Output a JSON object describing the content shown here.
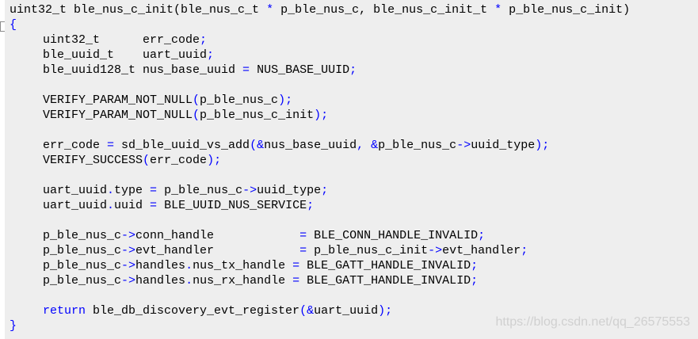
{
  "colors": {
    "code_background": "#eeeeee",
    "gutter_background": "#ffffff",
    "text": "#000000",
    "operator": "#0000ff",
    "keyword": "#0000ff",
    "watermark": "#d0d0d0"
  },
  "editor": {
    "lines": [
      {
        "indent": false,
        "tokens": [
          {
            "text": "uint32_t ble_nus_c_init(ble_nus_c_t ",
            "kind": "plain"
          },
          {
            "text": "*",
            "kind": "op"
          },
          {
            "text": " p_ble_nus_c, ble_nus_c_init_t ",
            "kind": "plain"
          },
          {
            "text": "*",
            "kind": "op"
          },
          {
            "text": " p_ble_nus_c_init)",
            "kind": "plain"
          }
        ]
      },
      {
        "indent": false,
        "tokens": [
          {
            "text": "{",
            "kind": "op"
          }
        ]
      },
      {
        "indent": true,
        "tokens": [
          {
            "text": "uint32_t      err_code",
            "kind": "plain"
          },
          {
            "text": ";",
            "kind": "op"
          }
        ]
      },
      {
        "indent": true,
        "tokens": [
          {
            "text": "ble_uuid_t    uart_uuid",
            "kind": "plain"
          },
          {
            "text": ";",
            "kind": "op"
          }
        ]
      },
      {
        "indent": true,
        "tokens": [
          {
            "text": "ble_uuid128_t nus_base_uuid ",
            "kind": "plain"
          },
          {
            "text": "=",
            "kind": "op"
          },
          {
            "text": " NUS_BASE_UUID",
            "kind": "plain"
          },
          {
            "text": ";",
            "kind": "op"
          }
        ]
      },
      {
        "indent": false,
        "tokens": []
      },
      {
        "indent": true,
        "tokens": [
          {
            "text": "VERIFY_PARAM_NOT_NULL",
            "kind": "plain"
          },
          {
            "text": "(",
            "kind": "op"
          },
          {
            "text": "p_ble_nus_c",
            "kind": "plain"
          },
          {
            "text": ");",
            "kind": "op"
          }
        ]
      },
      {
        "indent": true,
        "tokens": [
          {
            "text": "VERIFY_PARAM_NOT_NULL",
            "kind": "plain"
          },
          {
            "text": "(",
            "kind": "op"
          },
          {
            "text": "p_ble_nus_c_init",
            "kind": "plain"
          },
          {
            "text": ");",
            "kind": "op"
          }
        ]
      },
      {
        "indent": false,
        "tokens": []
      },
      {
        "indent": true,
        "tokens": [
          {
            "text": "err_code ",
            "kind": "plain"
          },
          {
            "text": "=",
            "kind": "op"
          },
          {
            "text": " sd_ble_uuid_vs_add",
            "kind": "plain"
          },
          {
            "text": "(&",
            "kind": "op"
          },
          {
            "text": "nus_base_uuid",
            "kind": "plain"
          },
          {
            "text": ",",
            "kind": "op"
          },
          {
            "text": " ",
            "kind": "plain"
          },
          {
            "text": "&",
            "kind": "op"
          },
          {
            "text": "p_ble_nus_c",
            "kind": "plain"
          },
          {
            "text": "->",
            "kind": "op"
          },
          {
            "text": "uuid_type",
            "kind": "plain"
          },
          {
            "text": ");",
            "kind": "op"
          }
        ]
      },
      {
        "indent": true,
        "tokens": [
          {
            "text": "VERIFY_SUCCESS",
            "kind": "plain"
          },
          {
            "text": "(",
            "kind": "op"
          },
          {
            "text": "err_code",
            "kind": "plain"
          },
          {
            "text": ");",
            "kind": "op"
          }
        ]
      },
      {
        "indent": false,
        "tokens": []
      },
      {
        "indent": true,
        "tokens": [
          {
            "text": "uart_uuid",
            "kind": "plain"
          },
          {
            "text": ".",
            "kind": "op"
          },
          {
            "text": "type ",
            "kind": "plain"
          },
          {
            "text": "=",
            "kind": "op"
          },
          {
            "text": " p_ble_nus_c",
            "kind": "plain"
          },
          {
            "text": "->",
            "kind": "op"
          },
          {
            "text": "uuid_type",
            "kind": "plain"
          },
          {
            "text": ";",
            "kind": "op"
          }
        ]
      },
      {
        "indent": true,
        "tokens": [
          {
            "text": "uart_uuid",
            "kind": "plain"
          },
          {
            "text": ".",
            "kind": "op"
          },
          {
            "text": "uuid ",
            "kind": "plain"
          },
          {
            "text": "=",
            "kind": "op"
          },
          {
            "text": " BLE_UUID_NUS_SERVICE",
            "kind": "plain"
          },
          {
            "text": ";",
            "kind": "op"
          }
        ]
      },
      {
        "indent": false,
        "tokens": []
      },
      {
        "indent": true,
        "tokens": [
          {
            "text": "p_ble_nus_c",
            "kind": "plain"
          },
          {
            "text": "->",
            "kind": "op"
          },
          {
            "text": "conn_handle            ",
            "kind": "plain"
          },
          {
            "text": "=",
            "kind": "op"
          },
          {
            "text": " BLE_CONN_HANDLE_INVALID",
            "kind": "plain"
          },
          {
            "text": ";",
            "kind": "op"
          }
        ]
      },
      {
        "indent": true,
        "tokens": [
          {
            "text": "p_ble_nus_c",
            "kind": "plain"
          },
          {
            "text": "->",
            "kind": "op"
          },
          {
            "text": "evt_handler            ",
            "kind": "plain"
          },
          {
            "text": "=",
            "kind": "op"
          },
          {
            "text": " p_ble_nus_c_init",
            "kind": "plain"
          },
          {
            "text": "->",
            "kind": "op"
          },
          {
            "text": "evt_handler",
            "kind": "plain"
          },
          {
            "text": ";",
            "kind": "op"
          }
        ]
      },
      {
        "indent": true,
        "tokens": [
          {
            "text": "p_ble_nus_c",
            "kind": "plain"
          },
          {
            "text": "->",
            "kind": "op"
          },
          {
            "text": "handles",
            "kind": "plain"
          },
          {
            "text": ".",
            "kind": "op"
          },
          {
            "text": "nus_tx_handle ",
            "kind": "plain"
          },
          {
            "text": "=",
            "kind": "op"
          },
          {
            "text": " BLE_GATT_HANDLE_INVALID",
            "kind": "plain"
          },
          {
            "text": ";",
            "kind": "op"
          }
        ]
      },
      {
        "indent": true,
        "tokens": [
          {
            "text": "p_ble_nus_c",
            "kind": "plain"
          },
          {
            "text": "->",
            "kind": "op"
          },
          {
            "text": "handles",
            "kind": "plain"
          },
          {
            "text": ".",
            "kind": "op"
          },
          {
            "text": "nus_rx_handle ",
            "kind": "plain"
          },
          {
            "text": "=",
            "kind": "op"
          },
          {
            "text": " BLE_GATT_HANDLE_INVALID",
            "kind": "plain"
          },
          {
            "text": ";",
            "kind": "op"
          }
        ]
      },
      {
        "indent": false,
        "tokens": []
      },
      {
        "indent": true,
        "tokens": [
          {
            "text": "return",
            "kind": "keyword"
          },
          {
            "text": " ble_db_discovery_evt_register",
            "kind": "plain"
          },
          {
            "text": "(&",
            "kind": "op"
          },
          {
            "text": "uart_uuid",
            "kind": "plain"
          },
          {
            "text": ");",
            "kind": "op"
          }
        ]
      },
      {
        "indent": false,
        "tokens": [
          {
            "text": "}",
            "kind": "op"
          }
        ]
      }
    ]
  },
  "watermark": {
    "text": "https://blog.csdn.net/qq_26575553"
  }
}
